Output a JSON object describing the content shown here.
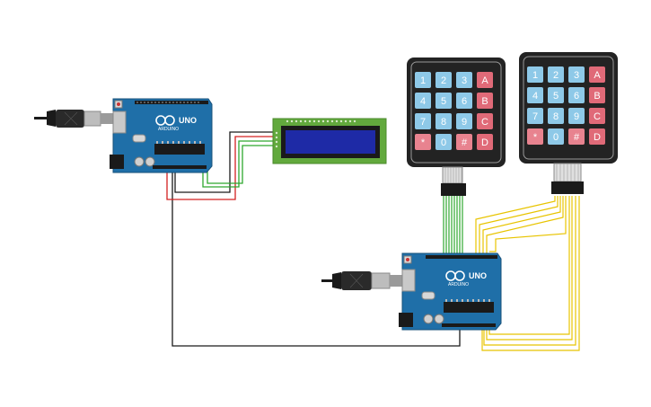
{
  "arduino": {
    "board_label": "UNO",
    "brand_label": "ARDUINO"
  },
  "keypad": {
    "rows": [
      [
        "1",
        "2",
        "3",
        "A"
      ],
      [
        "4",
        "5",
        "6",
        "B"
      ],
      [
        "7",
        "8",
        "9",
        "C"
      ],
      [
        "*",
        "0",
        "#",
        "D"
      ]
    ]
  },
  "colors": {
    "board_blue": "#1f6fa8",
    "lcd_green": "#62a93d",
    "lcd_screen": "#1e2aa6",
    "keypad_body": "#232323",
    "key_blue": "#8ec9e8",
    "key_red": "#e06a78",
    "key_pink": "#e8838f",
    "wire_black": "#1a1a1a",
    "wire_red": "#d32020",
    "wire_green": "#2ea82e",
    "wire_yellow": "#e8c400"
  }
}
